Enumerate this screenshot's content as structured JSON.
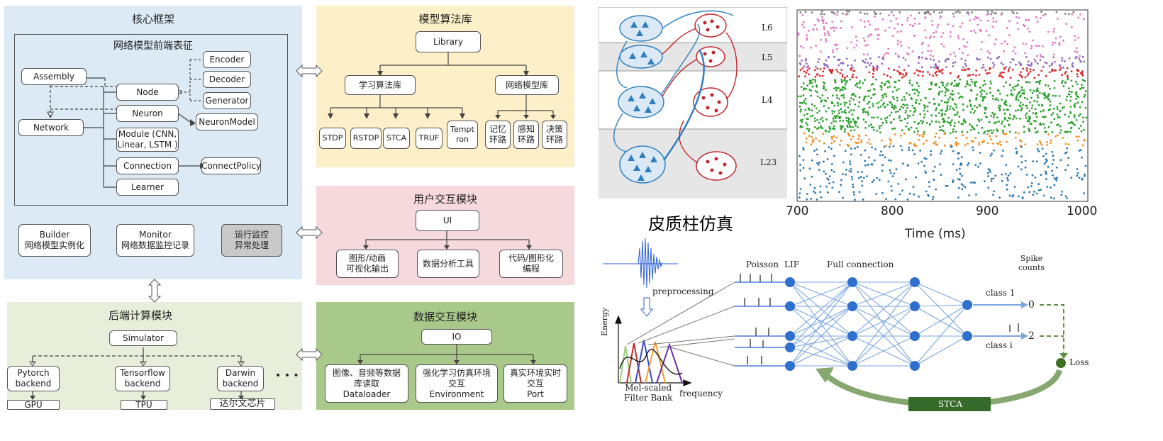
{
  "core": {
    "title": "核心框架",
    "frontend_title": "网络模型前端表征",
    "assembly": "Assembly",
    "network": "Network",
    "node": "Node",
    "neuron": "Neuron",
    "module": "Module (CNN,\nLinear, LSTM )",
    "connection": "Connection",
    "learner": "Learner",
    "encoder": "Encoder",
    "decoder": "Decoder",
    "generator": "Generator",
    "neuron_model": "NeuronModel",
    "connect_policy": "ConnectPolicy",
    "builder": "Builder\n网络模型实例化",
    "monitor": "Monitor\n网络数据监控记录",
    "runtime": "运行监控\n异常处理"
  },
  "algo": {
    "title": "模型算法库",
    "library": "Library",
    "learning": "学习算法库",
    "netlib": "网络模型库",
    "learn_items": [
      "STDP",
      "RSTDP",
      "STCA",
      "TRUF",
      "Tempt\nron"
    ],
    "net_items": [
      "记忆\n环路",
      "感知\n环路",
      "决策\n环路"
    ]
  },
  "ui": {
    "title": "用户交互模块",
    "ui": "UI",
    "items": [
      "图形/动画\n可视化输出",
      "数据分析工具",
      "代码/图形化\n编程"
    ]
  },
  "backend": {
    "title": "后端计算模块",
    "simulator": "Simulator",
    "backends": [
      "Pytorch\nbackend",
      "Tensorflow\nbackend",
      "Darwin\nbackend"
    ],
    "devices": [
      "GPU",
      "TPU",
      "达尔文芯片"
    ],
    "ellipsis": "• • •"
  },
  "data": {
    "title": "数据交互模块",
    "io": "IO",
    "items": [
      "图像、音频等数据\n库读取\nDataloader",
      "强化学习仿真环境\n交互\nEnvironment",
      "真实环境实时\n交互\nPort"
    ]
  },
  "cortex": {
    "layers": [
      "L6",
      "L5",
      "L4",
      "L23"
    ],
    "caption": "皮质柱仿真"
  },
  "raster": {
    "xlabel": "Time (ms)",
    "ticks": [
      "700",
      "800",
      "900",
      "1000"
    ],
    "colors": {
      "blue": "#2a78b0",
      "orange": "#f08c1c",
      "green": "#2ca02c",
      "red": "#d62728",
      "purple": "#9467bd",
      "pink": "#e377c2",
      "gray": "#7f7f7f"
    }
  },
  "snn": {
    "poisson": "Poisson",
    "lif": "LIF",
    "full": "Full connection",
    "spike": "Spike\ncounts",
    "preprocessing": "preprocessing",
    "energy": "Energy",
    "frequency": "frequency",
    "melbank": "Mel-scaled\nFilter Bank",
    "class1": "class 1",
    "classi": "class i",
    "out0": "0",
    "out2": "2",
    "loss": "Loss",
    "stca": "STCA"
  }
}
